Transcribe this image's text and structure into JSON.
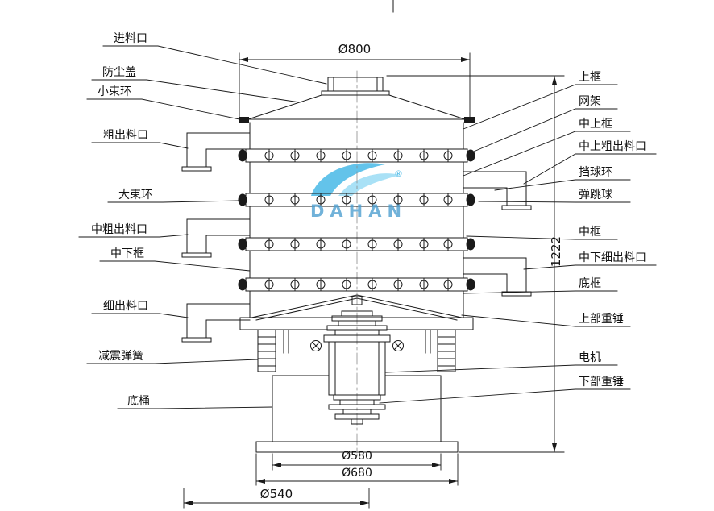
{
  "watermark": {
    "brand": "DAHAN",
    "registered_mark": "®"
  },
  "dimensions": {
    "top_diameter": "Ø800",
    "total_height": "1222",
    "base_inner_diameter": "Ø580",
    "base_outer_diameter": "Ø680",
    "bottom_diameter": "Ø540"
  },
  "labels_left": [
    "进料口",
    "防尘盖",
    "小束环",
    "粗出料口",
    "大束环",
    "中粗出料口",
    "中下框",
    "细出料口",
    "减震弹簧",
    "底桶"
  ],
  "labels_right": [
    "上框",
    "网架",
    "中上框",
    "中上粗出料口",
    "挡球环",
    "弹跳球",
    "中框",
    "中下细出料口",
    "底框",
    "上部重锤",
    "电机",
    "下部重锤"
  ],
  "colors": {
    "line": "#1a1a1a",
    "watermark_blue": "#3cb4e5",
    "watermark_text": "#4e9fd0",
    "background": "#ffffff"
  }
}
